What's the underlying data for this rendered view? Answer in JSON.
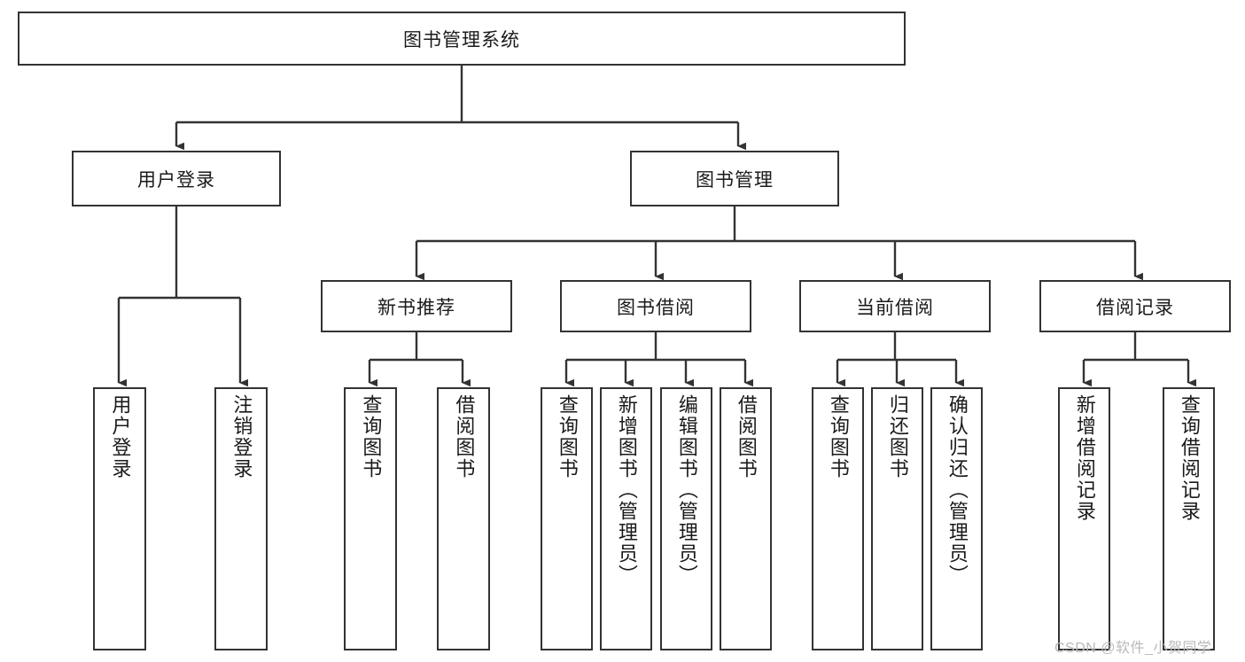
{
  "diagram": {
    "title": "图书管理系统",
    "type": "tree",
    "orientation": "top-down",
    "line_color": "#333333",
    "box_fill": "#ffffff",
    "text_color": "#1a1a1a",
    "watermark": "CSDN @软件_小贺同学"
  },
  "nodes": {
    "root": {
      "label": "图书管理系统"
    },
    "level2": [
      {
        "label": "用户登录"
      },
      {
        "label": "图书管理"
      }
    ],
    "level3": [
      {
        "label": "新书推荐"
      },
      {
        "label": "图书借阅"
      },
      {
        "label": "当前借阅"
      },
      {
        "label": "借阅记录"
      }
    ],
    "leaves_user_login": [
      {
        "label": "用户登录"
      },
      {
        "label": "注销登录"
      }
    ],
    "leaves_new_books": [
      {
        "label": "查询图书"
      },
      {
        "label": "借阅图书"
      }
    ],
    "leaves_book_borrow": [
      {
        "label": "查询图书"
      },
      {
        "label": "新增图书（管理员）"
      },
      {
        "label": "编辑图书（管理员）"
      },
      {
        "label": "借阅图书"
      }
    ],
    "leaves_current_borrow": [
      {
        "label": "查询图书"
      },
      {
        "label": "归还图书"
      },
      {
        "label": "确认归还（管理员）"
      }
    ],
    "leaves_borrow_records": [
      {
        "label": "新增借阅记录"
      },
      {
        "label": "查询借阅记录"
      }
    ]
  }
}
